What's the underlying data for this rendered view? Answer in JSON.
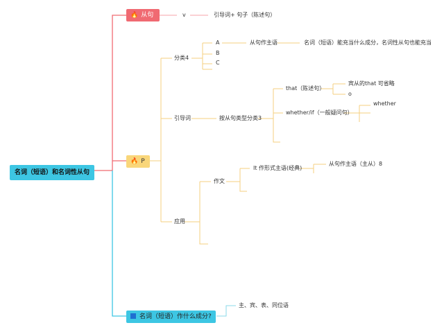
{
  "root": "名词（短语）和名词性从句",
  "branches": {
    "clause": {
      "label": "从句",
      "icon": "fire-icon",
      "color": "#f06a72"
    },
    "p": {
      "label": "P",
      "icon": "fire-icon",
      "color": "#f9d67a"
    },
    "question": {
      "label": "名词（短语）作什么成分?",
      "icon": "blue-square-icon",
      "color": "#3dc6e3"
    }
  },
  "clause_children": {
    "v": "v",
    "intro": "引导词+ 句子（陈述句）"
  },
  "p_children": {
    "categories": "分类4",
    "cat_a": "A",
    "cat_b": "B",
    "cat_c": "C",
    "subject_clause": "从句作主语",
    "noun_role": "名词（短语）能充当什么成分，名词性从句也能充当",
    "intro_word": "引导词",
    "by_type": "按从句类型分类3",
    "that": "that（陈述句）",
    "that_omit": "宾从的that 可省略",
    "o": "o",
    "whether_if": "whether/if（一般疑问句）",
    "whether": "whether",
    "application": "应用",
    "writing": "作文",
    "it_formal": "It 作形式主语(经典)",
    "clause_subject": "从句作主语（主从）8"
  },
  "question_children": {
    "roles": "主、宾、表、同位语"
  }
}
